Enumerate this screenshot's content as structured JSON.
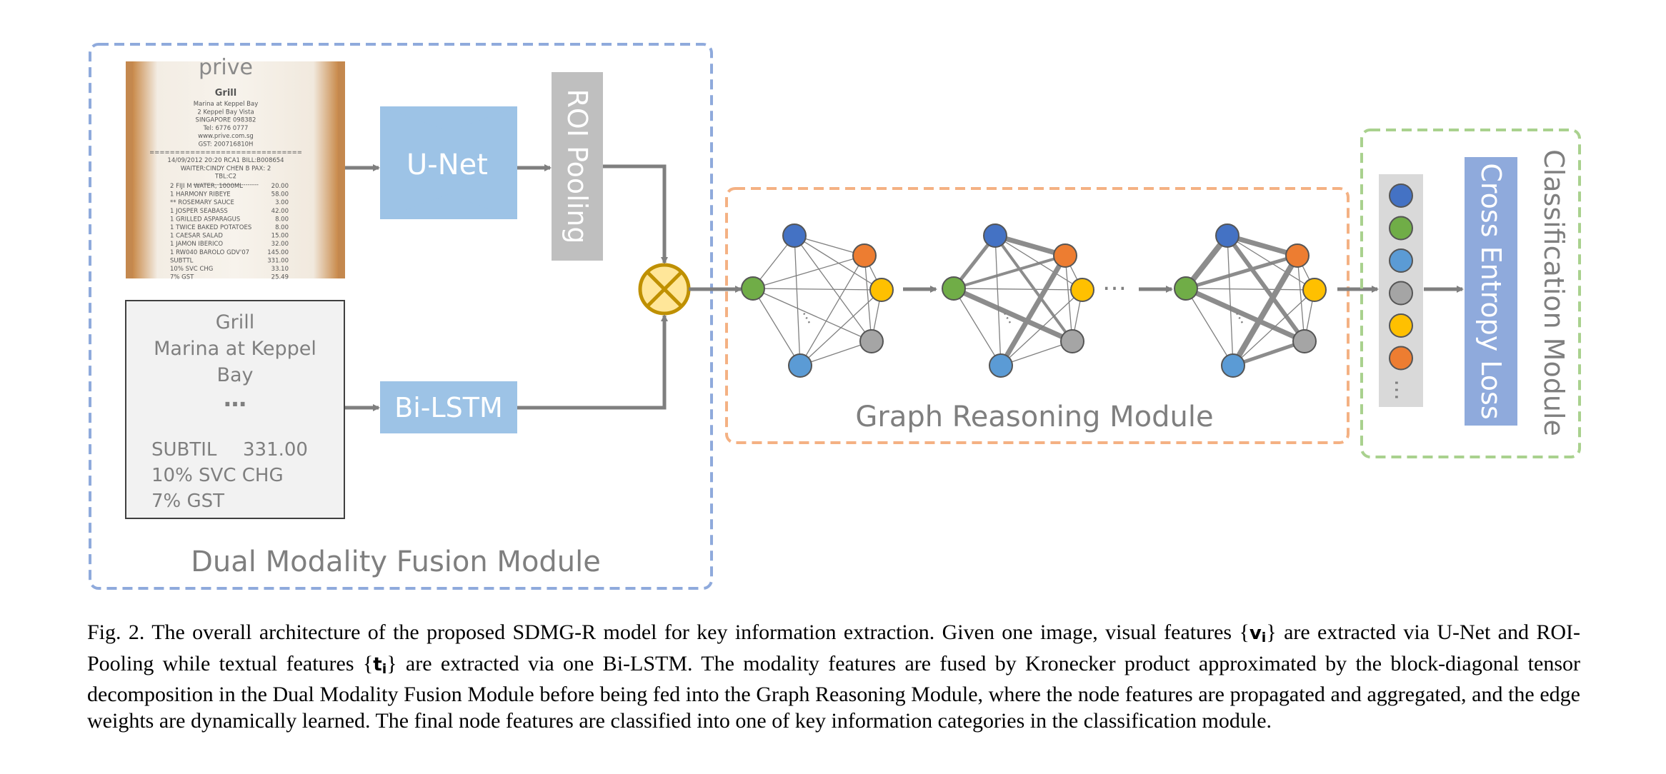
{
  "modules": {
    "fusion": "Dual Modality Fusion Module",
    "graph": "Graph Reasoning Module",
    "classification": "Classification Module"
  },
  "blocks": {
    "unet": "U-Net",
    "roi": "ROI Pooling",
    "bilstm": "Bi-LSTM",
    "loss": "Cross Entropy Loss"
  },
  "receipt": {
    "logo": "prive",
    "title": "Grill",
    "lines": [
      "Marina at Keppel Bay",
      "2 Keppel Bay Vista",
      "SINGAPORE 098382",
      "Tel: 6776 0777",
      "www.prive.com.sg",
      "GST: 200716810H",
      "==============================",
      "14/09/2012  20:20 RCA1 BILL:B008654",
      "WAITER:CINDY CHEN B PAX:  2",
      "TBL:C2",
      "------------------------------"
    ],
    "items": [
      [
        "2  FIJI M WATER, 1000ML",
        "20.00"
      ],
      [
        "1  HARMONY RIBEYE",
        "58.00"
      ],
      [
        "   **  ROSEMARY SAUCE",
        "3.00"
      ],
      [
        "1  JOSPER SEABASS",
        "42.00"
      ],
      [
        "1  GRILLED ASPARAGUS",
        "8.00"
      ],
      [
        "1  TWICE BAKED POTATOES",
        "8.00"
      ],
      [
        "1  CAESAR SALAD",
        "15.00"
      ],
      [
        "1  JAMON IBERICO",
        "32.00"
      ],
      [
        "1  RW040 BAROLO GDV'07",
        "145.00"
      ],
      [
        "SUBTTL",
        "331.00"
      ],
      [
        "10% SVC CHG",
        "33.10"
      ],
      [
        "7% GST",
        "25.49"
      ]
    ]
  },
  "text_box": {
    "title": "Grill",
    "line1": "Marina at Keppel",
    "line2": "Bay",
    "ellipsis": "…",
    "subtil": "SUBTIL",
    "subtil_value": "331.00",
    "svc": "10% SVC CHG",
    "gst": "7% GST"
  },
  "ellipsis": "…",
  "node_colors": {
    "blue": "#4472c4",
    "orange": "#ed7d31",
    "yellow": "#ffc000",
    "gray": "#a5a5a5",
    "lightblue": "#5b9bd5",
    "green": "#70ad47"
  },
  "colors": {
    "fusion_border": "#8faadc",
    "graph_border": "#f4b183",
    "class_border": "#a9d18e",
    "unet_fill": "#9dc3e6",
    "loss_fill": "#8faadc",
    "roi_fill": "#bfbfbf",
    "kron_fill": "#ffe699",
    "kron_stroke": "#bf9000",
    "arrow": "#7f7f7f"
  },
  "caption": {
    "p1": "Fig. 2.  The overall architecture of the proposed SDMG-R model for key information extraction. Given one image, visual features {",
    "v": "v",
    "i1": "i",
    "p2": "} are extracted via U-Net and ROI-Pooling while textual features {",
    "t": "t",
    "i2": "i",
    "p3": "} are extracted via one Bi-LSTM. The modality features are fused by Kronecker product approximated by the block-diagonal tensor decomposition in the Dual Modality Fusion Module before being fed into the Graph Reasoning Module, where the node features are propagated and aggregated, and the edge weights are dynamically learned. The final node features are classified into one of key information categories in the classification module."
  }
}
